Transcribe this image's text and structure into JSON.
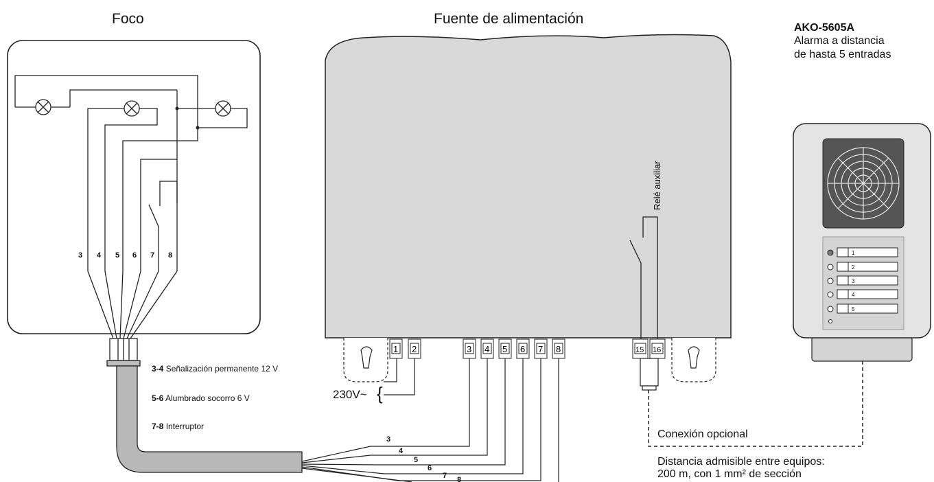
{
  "titles": {
    "foco": "Foco",
    "fuente": "Fuente de alimentación",
    "ako_model": "AKO-5605A",
    "ako_desc1": "Alarma a distancia",
    "ako_desc2": "de hasta 5 entradas"
  },
  "foco_wire_numbers": [
    "3",
    "4",
    "5",
    "6",
    "7",
    "8"
  ],
  "legend": [
    {
      "code": "3-4",
      "text": "Señalización permanente 12 V"
    },
    {
      "code": "5-6",
      "text": "Alumbrado socorro 6 V"
    },
    {
      "code": "7-8",
      "text": "Interruptor"
    }
  ],
  "terminals": [
    "1",
    "2",
    "3",
    "4",
    "5",
    "6",
    "7",
    "8",
    "15",
    "16"
  ],
  "supply_label": "230V~",
  "relay_label": "Relé auxiliar",
  "cable_wire_numbers": [
    "3",
    "4",
    "5",
    "6",
    "7",
    "8"
  ],
  "connection_label": "Conexión opcional",
  "distance_line1": "Distancia admisible entre equipos:",
  "distance_line2": "200 m, con 1 mm² de sección",
  "alarm_channels": [
    "1",
    "2",
    "3",
    "4",
    "5"
  ],
  "colors": {
    "box_fill": "#d9d9d9",
    "line": "#222222",
    "panel": "#e2e2e2"
  }
}
